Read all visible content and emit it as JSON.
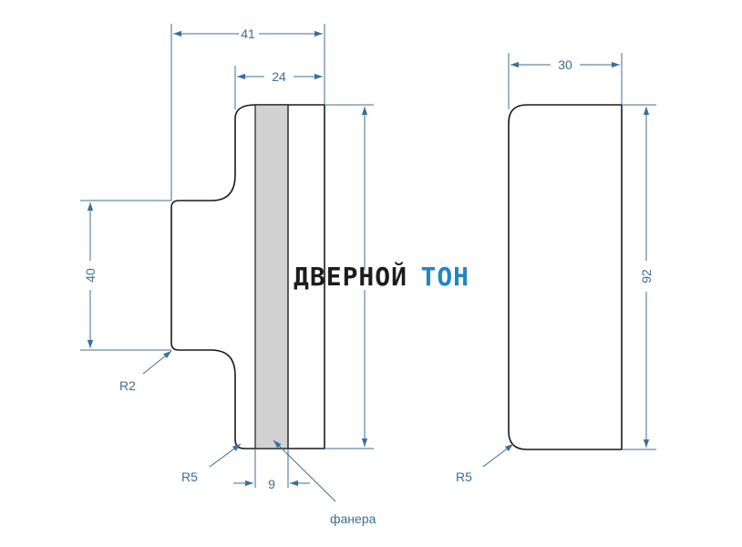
{
  "dimensions": {
    "left_width_total": "41",
    "left_width_plate": "24",
    "left_stem_height": "40",
    "left_radius_small": "R2",
    "left_radius_large": "R5",
    "plywood_thickness": "9",
    "plywood_label": "фанера",
    "right_width": "30",
    "right_height": "92",
    "right_radius": "R5"
  },
  "watermark": {
    "part1": "ДВЕРНОЙ",
    "part2": "ТОН"
  },
  "colors": {
    "dimension": "#3b6f9a",
    "outline": "#1a1a1a",
    "plywood": "#d2d2d2",
    "watermark_dark": "#1c1c1c",
    "watermark_blue": "#1f86c9"
  }
}
